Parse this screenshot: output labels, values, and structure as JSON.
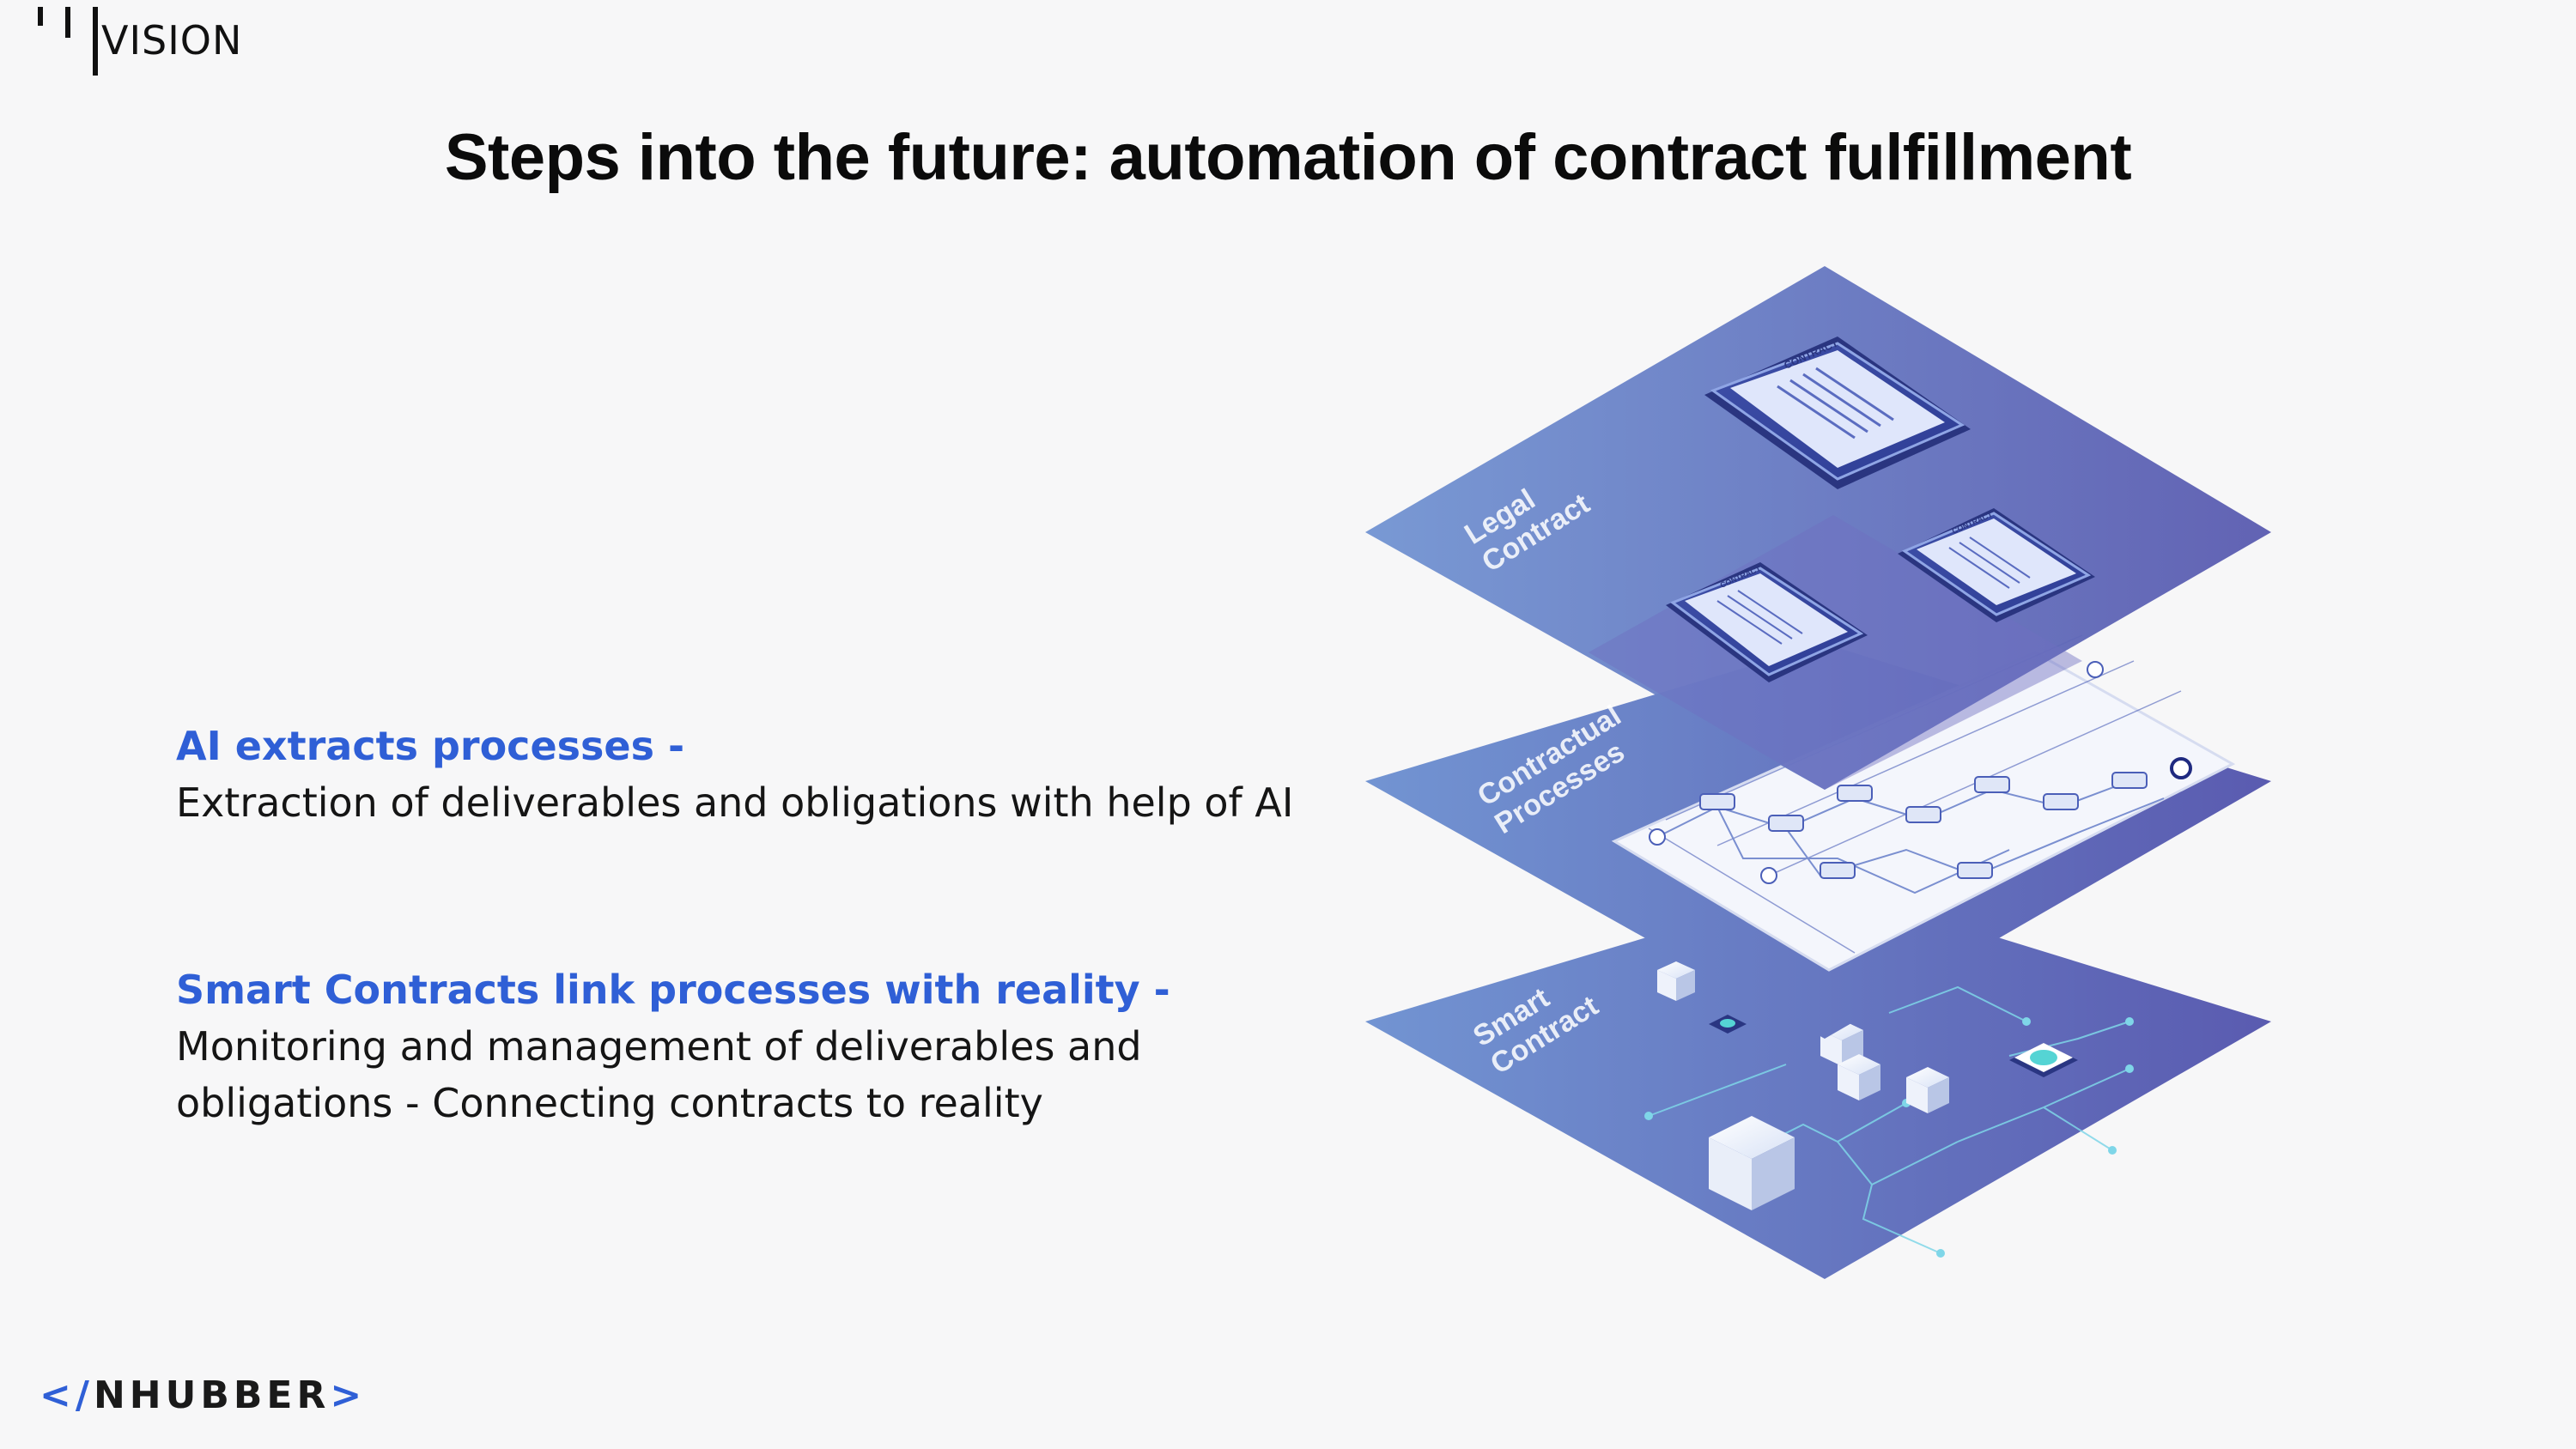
{
  "brand": {
    "name": "VISION"
  },
  "slide": {
    "title": "Steps into the future: automation of contract fulfillment"
  },
  "points": [
    {
      "heading": "AI extracts processes -",
      "body": "Extraction of deliverables and obligations with help of AI"
    },
    {
      "heading": "Smart Contracts link processes with reality -",
      "body_line1": "Monitoring and management of deliverables and",
      "body_line2": "obligations - Connecting contracts to reality"
    }
  ],
  "illustration": {
    "layers": [
      {
        "label_line1": "Legal",
        "label_line2": "Contract"
      },
      {
        "label_line1": "Contractual",
        "label_line2": "Processes"
      },
      {
        "label_line1": "Smart",
        "label_line2": "Contract"
      }
    ],
    "document_label": "CONTRACT",
    "colors": {
      "layer_light": "#6f8fd0",
      "layer_dark": "#5a5cb0"
    }
  },
  "footer": {
    "open_bracket": "</",
    "name": "NHUBBER",
    "close_bracket": ">"
  },
  "colors": {
    "accent": "#2f5fd6",
    "text": "#111111",
    "background": "#f7f7f8"
  }
}
